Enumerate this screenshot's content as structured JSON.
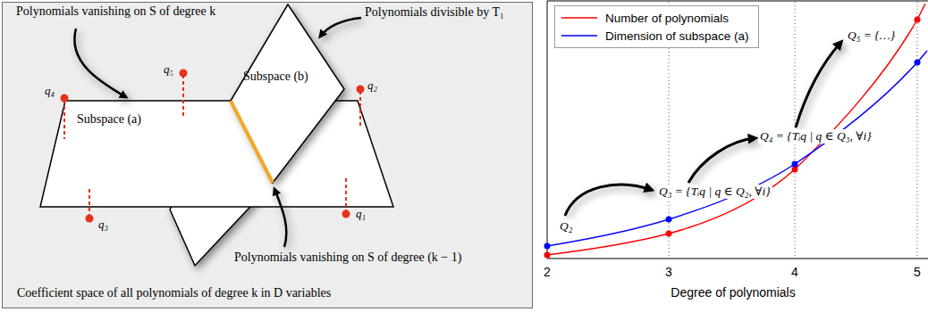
{
  "diagram": {
    "nodes": [
      {
        "text": [
          "Coefficient space of all polynomials of degree k in D variables"
        ]
      }
    ],
    "labels": [
      "Polynomials vanishing on S of degree k",
      "Polynomials divisible by T₁",
      "Subspace (b)",
      "Subspace (a)",
      "q₅",
      "q₂",
      "q₄",
      "q₃",
      "q₁",
      "Polynomials vanishing on S of degree (k − 1)",
      "Q₂",
      "Q₃ = {Tᵢq | q ∈ Q₂, ∀i}",
      "Q₄ = {Tᵢq | q ∈ Q₃, ∀i}",
      "Q₅ = {…}",
      "2",
      "3",
      "4",
      "5",
      "Degree of polynomials"
    ],
    "legend": [
      {
        "text": "Number of polynomials"
      },
      {
        "text": "Dimension of subspace (a)"
      }
    ]
  }
}
